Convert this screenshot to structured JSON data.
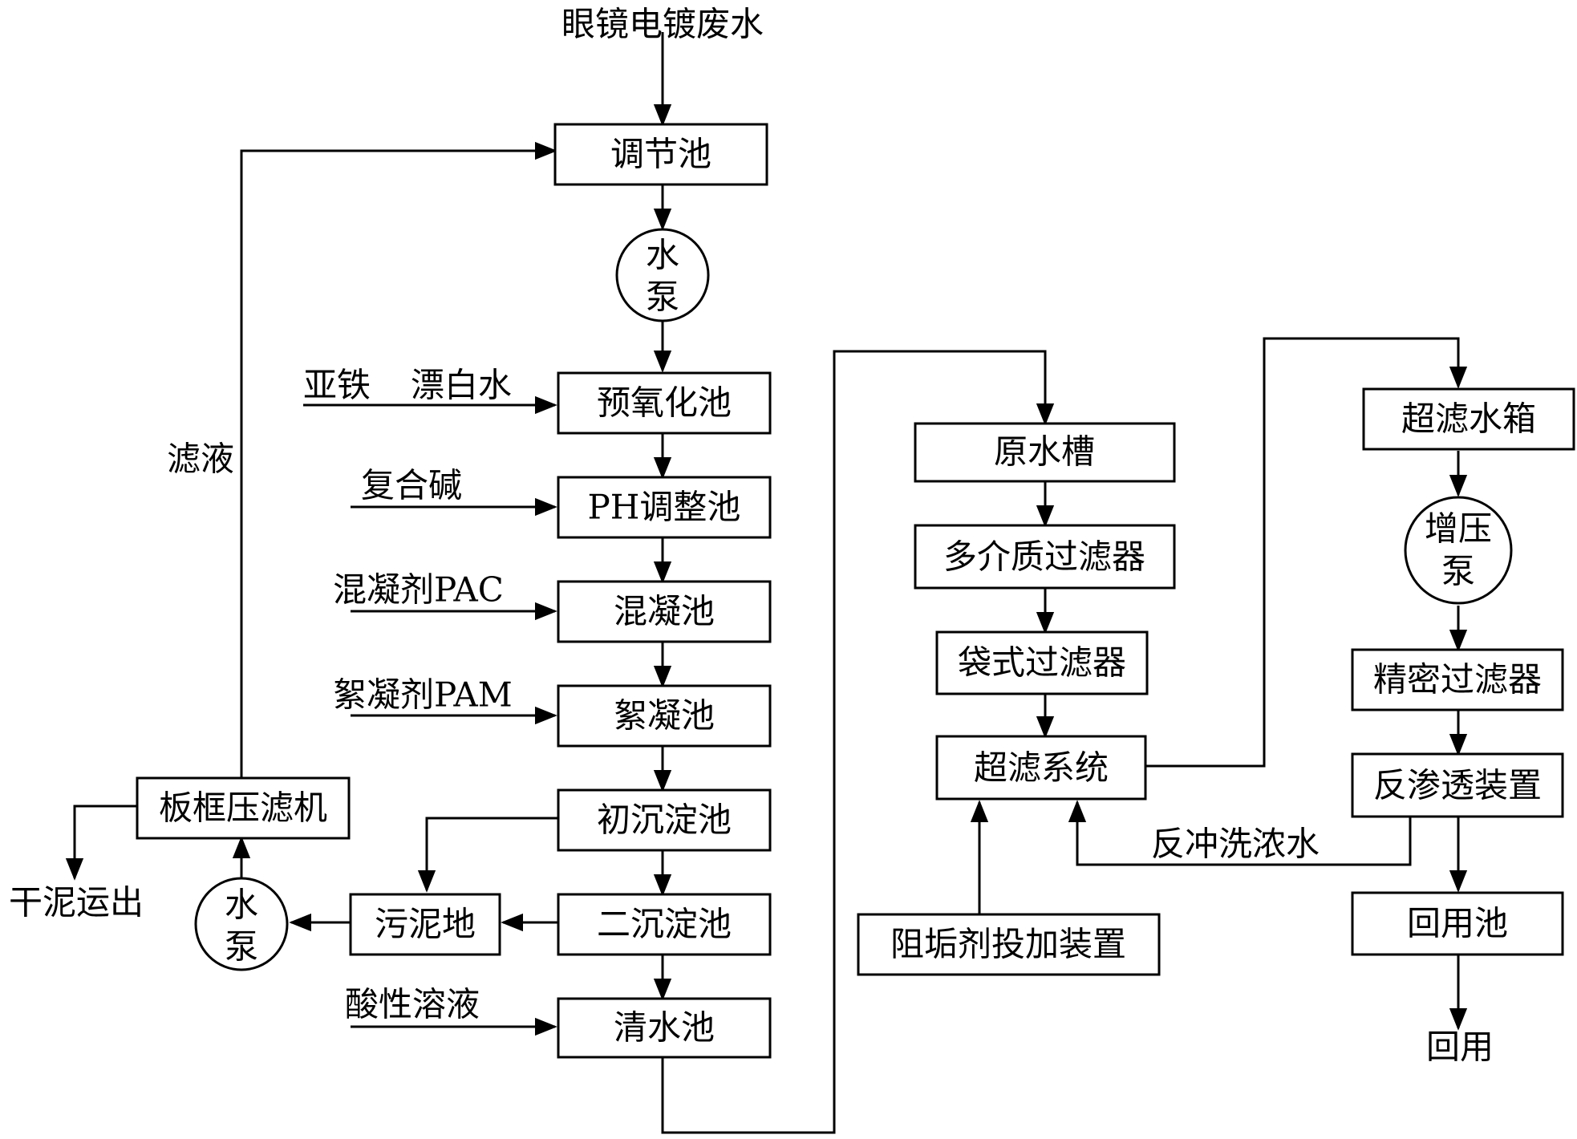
{
  "input_label": "眼镜电镀废水",
  "left_column": {
    "adjust_tank": "调节池",
    "pump_1": [
      "水",
      "泵"
    ],
    "preoxidation_tank": "预氧化池",
    "ph_tank": "PH调整池",
    "coagulation_tank": "混凝池",
    "flocculation_tank": "絮凝池",
    "primary_settling": "初沉淀池",
    "secondary_settling": "二沉淀池",
    "clear_water_tank": "清水池"
  },
  "reagents": {
    "ferrous": "亚铁",
    "bleach": "漂白水",
    "alkali": "复合碱",
    "pac": "混凝剂PAC",
    "pam": "絮凝剂PAM",
    "acid": "酸性溶液"
  },
  "sludge_branch": {
    "sludge_pit": "污泥地",
    "pump_2": [
      "水",
      "泵"
    ],
    "filter_press": "板框压滤机",
    "filtrate": "滤液",
    "dry_sludge": "干泥运出"
  },
  "middle_column": {
    "raw_water_tank": "原水槽",
    "multimedia_filter": "多介质过滤器",
    "bag_filter": "袋式过滤器",
    "uf_system": "超滤系统",
    "antiscalant": "阻垢剂投加装置",
    "backwash": "反冲洗浓水"
  },
  "right_column": {
    "uf_tank": "超滤水箱",
    "booster_pump": [
      "增压",
      "泵"
    ],
    "precision_filter": "精密过滤器",
    "ro_unit": "反渗透装置",
    "reuse_tank": "回用池",
    "reuse": "回用"
  }
}
